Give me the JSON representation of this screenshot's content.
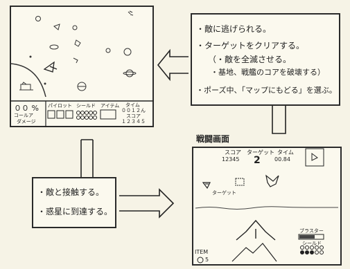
{
  "map_screen": {
    "hud": {
      "core_percent": "００ %",
      "core_label_1": "コールア",
      "core_label_2": "ダメージ",
      "pilot_label": "パイロット",
      "shield_label": "シールド",
      "item_label": "アイテム",
      "time_label": "タイム",
      "time_value": "００１２ん",
      "score_label": "スコア",
      "score_value": "１２３４５"
    }
  },
  "notes_top": {
    "line1": "・敵に逃げられる。",
    "line2": "・ターゲットをクリアする。",
    "line3": "（・敵を全滅させる。",
    "line4": "・基地、戦艦のコアを破壊する）",
    "line5": "・ポーズ中、「マップにもどる」を選ぶ。"
  },
  "notes_bottom": {
    "line1": "・敵と接触する。",
    "line2": "・惑星に到達する。"
  },
  "battle_screen": {
    "title": "戦闘画面",
    "score_label": "スコア",
    "score_value": "12345",
    "target_label": "ターゲット",
    "target_value": "2",
    "time_label": "タイム",
    "time_value": "00.84",
    "target_marker": "ターゲット",
    "blaster_label": "ブラスター",
    "shield_label": "シールド",
    "item_label": "ITEM",
    "item_count": "5"
  }
}
